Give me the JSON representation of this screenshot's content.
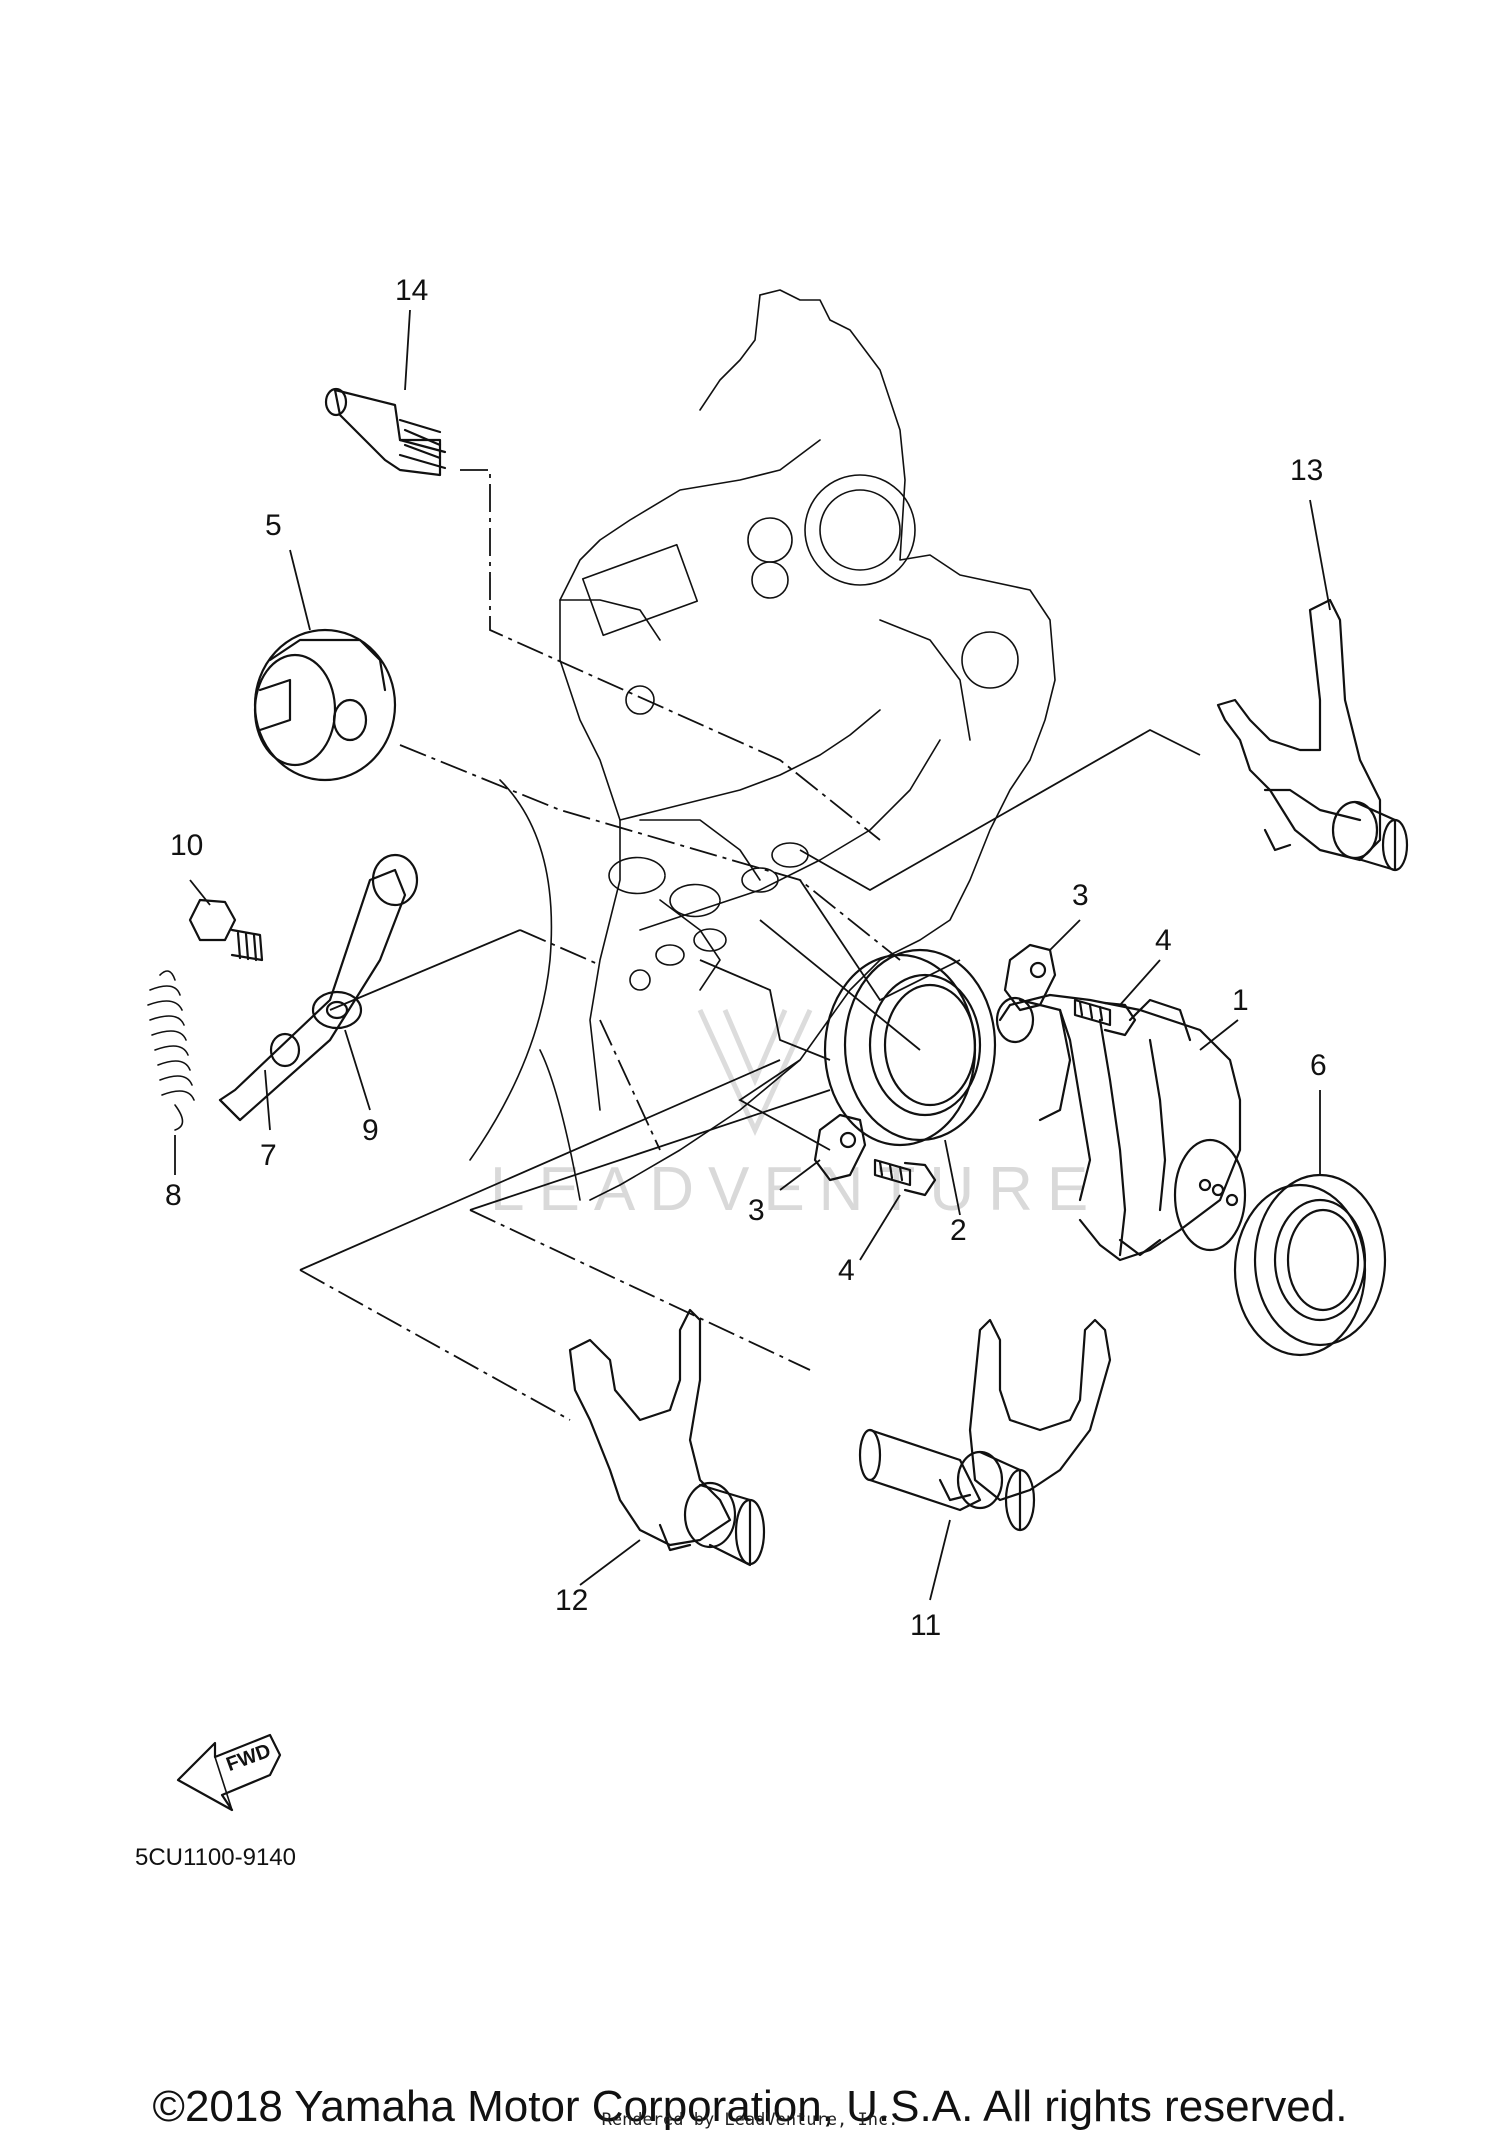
{
  "diagram": {
    "part_code": "5CU1100-9140",
    "fwd_label": "FWD",
    "watermark": "LEADVENTURE",
    "callouts": [
      {
        "id": "c1",
        "label": "1"
      },
      {
        "id": "c2",
        "label": "2"
      },
      {
        "id": "c3a",
        "label": "3"
      },
      {
        "id": "c3b",
        "label": "3"
      },
      {
        "id": "c4a",
        "label": "4"
      },
      {
        "id": "c4b",
        "label": "4"
      },
      {
        "id": "c5",
        "label": "5"
      },
      {
        "id": "c6",
        "label": "6"
      },
      {
        "id": "c7",
        "label": "7"
      },
      {
        "id": "c8",
        "label": "8"
      },
      {
        "id": "c9",
        "label": "9"
      },
      {
        "id": "c10",
        "label": "10"
      },
      {
        "id": "c11",
        "label": "11"
      },
      {
        "id": "c12",
        "label": "12"
      },
      {
        "id": "c13",
        "label": "13"
      },
      {
        "id": "c14",
        "label": "14"
      }
    ]
  },
  "footer": {
    "copyright": "©2018 Yamaha Motor Corporation, U.S.A. All rights reserved.",
    "rendered_by": "Rendered by LeadVenture, Inc."
  }
}
